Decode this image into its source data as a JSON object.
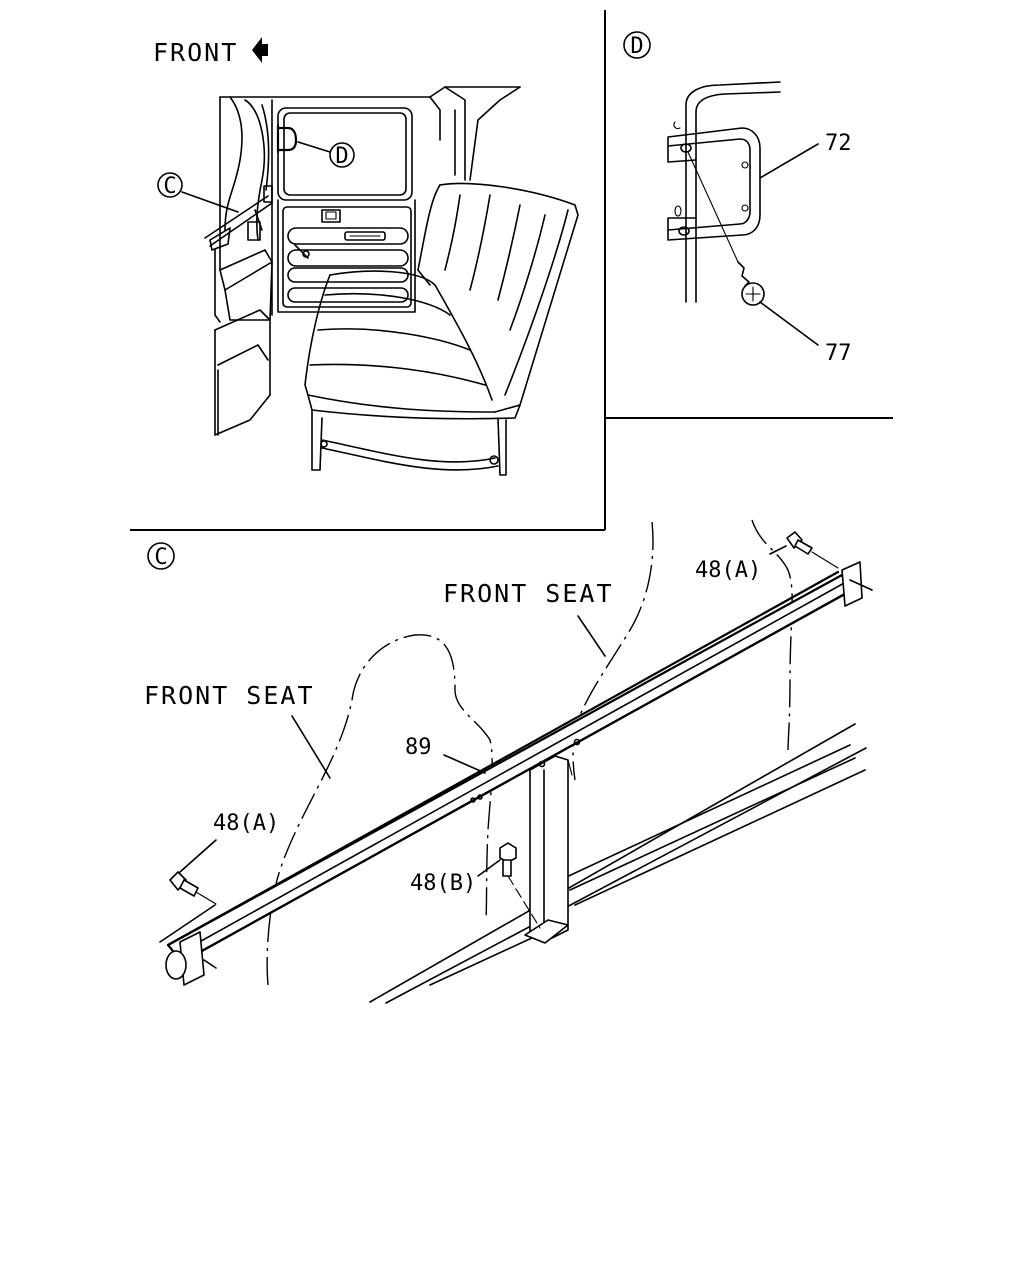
{
  "labels": {
    "front": "FRONT",
    "front_seat_upper": "FRONT SEAT",
    "front_seat_left": "FRONT SEAT",
    "part_72": "72",
    "part_77": "77",
    "part_89": "89",
    "part_48a_right": "48(A)",
    "part_48a_left": "48(A)",
    "part_48b": "48(B)"
  },
  "callouts": {
    "c_main": "C",
    "d_main": "D",
    "c_detail": "C",
    "d_detail": "D"
  },
  "icons": {
    "front_arrow": "arrow-left-icon"
  }
}
